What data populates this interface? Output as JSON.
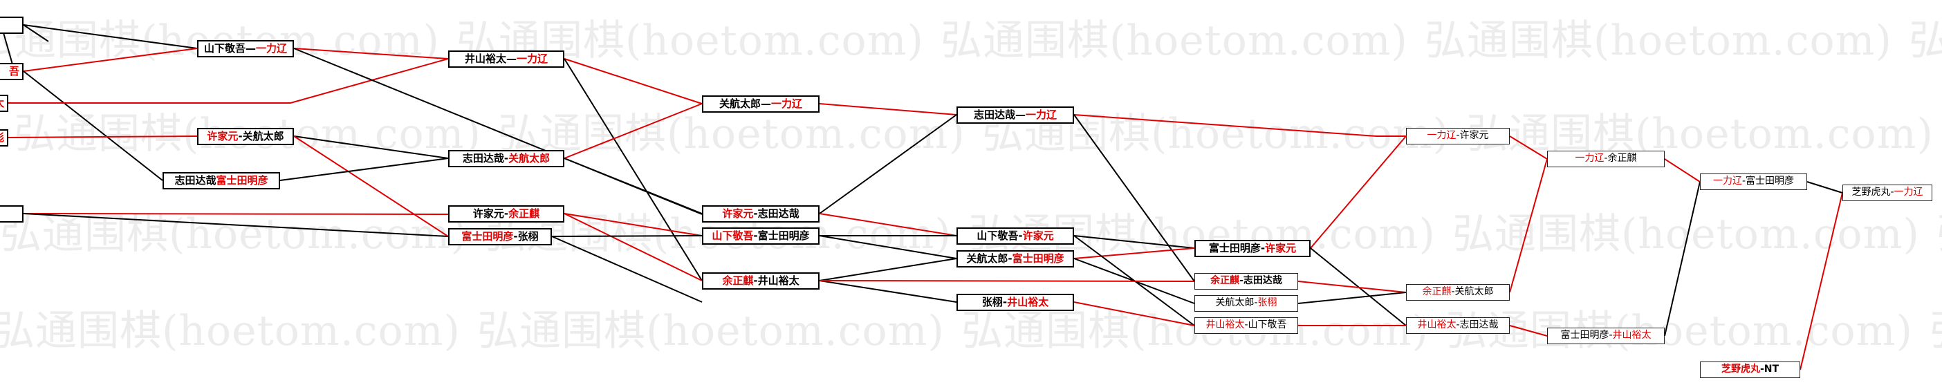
{
  "watermark": "弘通围棋(hoetom.com)",
  "colors": {
    "red": "#e00000",
    "black": "#000000",
    "watermark": "#ececec"
  },
  "nodes": [
    {
      "id": "L1",
      "a": "",
      "b": "",
      "winner": ""
    },
    {
      "id": "L2",
      "a": "",
      "b": "吾",
      "winner": "b"
    },
    {
      "id": "L3",
      "a": "",
      "b": "太",
      "winner": "b"
    },
    {
      "id": "L4",
      "a": "",
      "b": "彪",
      "winner": "b"
    },
    {
      "id": "L5",
      "a": "",
      "b": "",
      "winner": ""
    },
    {
      "id": "A1",
      "a": "山下敬吾",
      "b": "一力辽",
      "winner": "b"
    },
    {
      "id": "A2",
      "a": "许家元",
      "b": "关航太郎",
      "winner": "a"
    },
    {
      "id": "A3",
      "a": "志田达哉",
      "b": "富士田明彦",
      "winner": "b"
    },
    {
      "id": "B1",
      "a": "井山裕太",
      "b": "一力辽",
      "winner": "b"
    },
    {
      "id": "B2",
      "a": "志田达哉",
      "b": "关航太郎",
      "winner": "b"
    },
    {
      "id": "B3",
      "a": "许家元",
      "b": "余正麒",
      "winner": "b"
    },
    {
      "id": "B4",
      "a": "富士田明彦",
      "b": "张栩",
      "winner": "a"
    },
    {
      "id": "C1",
      "a": "关航太郎",
      "b": "一力辽",
      "winner": "b"
    },
    {
      "id": "C2",
      "a": "许家元",
      "b": "志田达哉",
      "winner": "a"
    },
    {
      "id": "C3",
      "a": "山下敬吾",
      "b": "富士田明彦",
      "winner": "a"
    },
    {
      "id": "C4",
      "a": "余正麒",
      "b": "井山裕太",
      "winner": "a"
    },
    {
      "id": "D1",
      "a": "志田达哉",
      "b": "一力辽",
      "winner": "b"
    },
    {
      "id": "D2",
      "a": "山下敬吾",
      "b": "许家元",
      "winner": "b"
    },
    {
      "id": "D3",
      "a": "关航太郎",
      "b": "富士田明彦",
      "winner": "b"
    },
    {
      "id": "D4",
      "a": "张栩",
      "b": "井山裕太",
      "winner": "b"
    },
    {
      "id": "E1",
      "a": "富士田明彦",
      "b": "许家元",
      "winner": "b"
    },
    {
      "id": "E2",
      "a": "余正麒",
      "b": "志田达哉",
      "winner": "a"
    },
    {
      "id": "E3",
      "a": "关航太郎",
      "b": "张栩",
      "winner": "b"
    },
    {
      "id": "E4",
      "a": "井山裕太",
      "b": "山下敬吾",
      "winner": "a"
    },
    {
      "id": "F1",
      "a": "一力辽",
      "b": "许家元",
      "winner": "a"
    },
    {
      "id": "F2",
      "a": "余正麒",
      "b": "关航太郎",
      "winner": "a"
    },
    {
      "id": "F3",
      "a": "井山裕太",
      "b": "志田达哉",
      "winner": "a"
    },
    {
      "id": "G1",
      "a": "一力辽",
      "b": "余正麒",
      "winner": "a"
    },
    {
      "id": "G2",
      "a": "富士田明彦",
      "b": "井山裕太",
      "winner": "b"
    },
    {
      "id": "H1",
      "a": "一力辽",
      "b": "富士田明彦",
      "winner": "a"
    },
    {
      "id": "I1",
      "a": "芝野虎丸",
      "b": "一力辽",
      "winner": "b"
    },
    {
      "id": "I2",
      "a": "芝野虎丸",
      "b": "NT",
      "winner": "a"
    }
  ]
}
